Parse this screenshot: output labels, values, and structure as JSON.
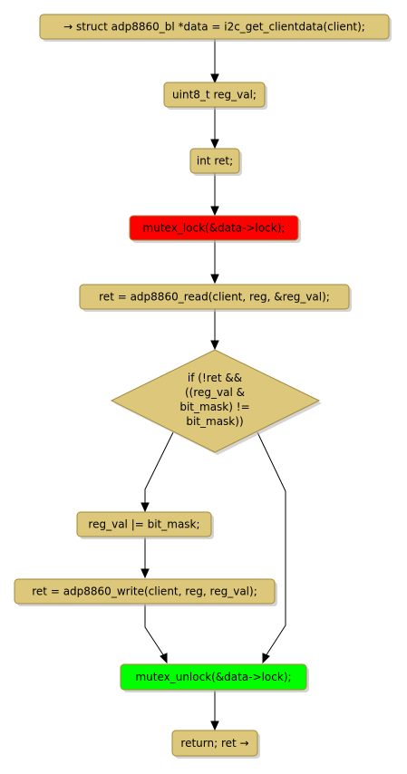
{
  "colors": {
    "box_fill": "#dcc77a",
    "box_stroke": "#a08a3c",
    "lock_fill": "#ff0000",
    "unlock_fill": "#00ff00"
  },
  "nodes": {
    "start": "→ struct adp8860_bl *data = i2c_get_clientdata(client);",
    "decl_reg_val": "uint8_t reg_val;",
    "decl_ret": "int ret;",
    "mutex_lock": "mutex_lock(&data->lock);",
    "read": "ret = adp8860_read(client, reg, &reg_val);",
    "condition": [
      "if (!ret &&",
      "((reg_val &",
      "bit_mask) !=",
      "bit_mask))"
    ],
    "or_assign": "reg_val |= bit_mask;",
    "write": "ret = adp8860_write(client, reg, reg_val);",
    "mutex_unlock": "mutex_unlock(&data->lock);",
    "return": "return; ret →"
  }
}
